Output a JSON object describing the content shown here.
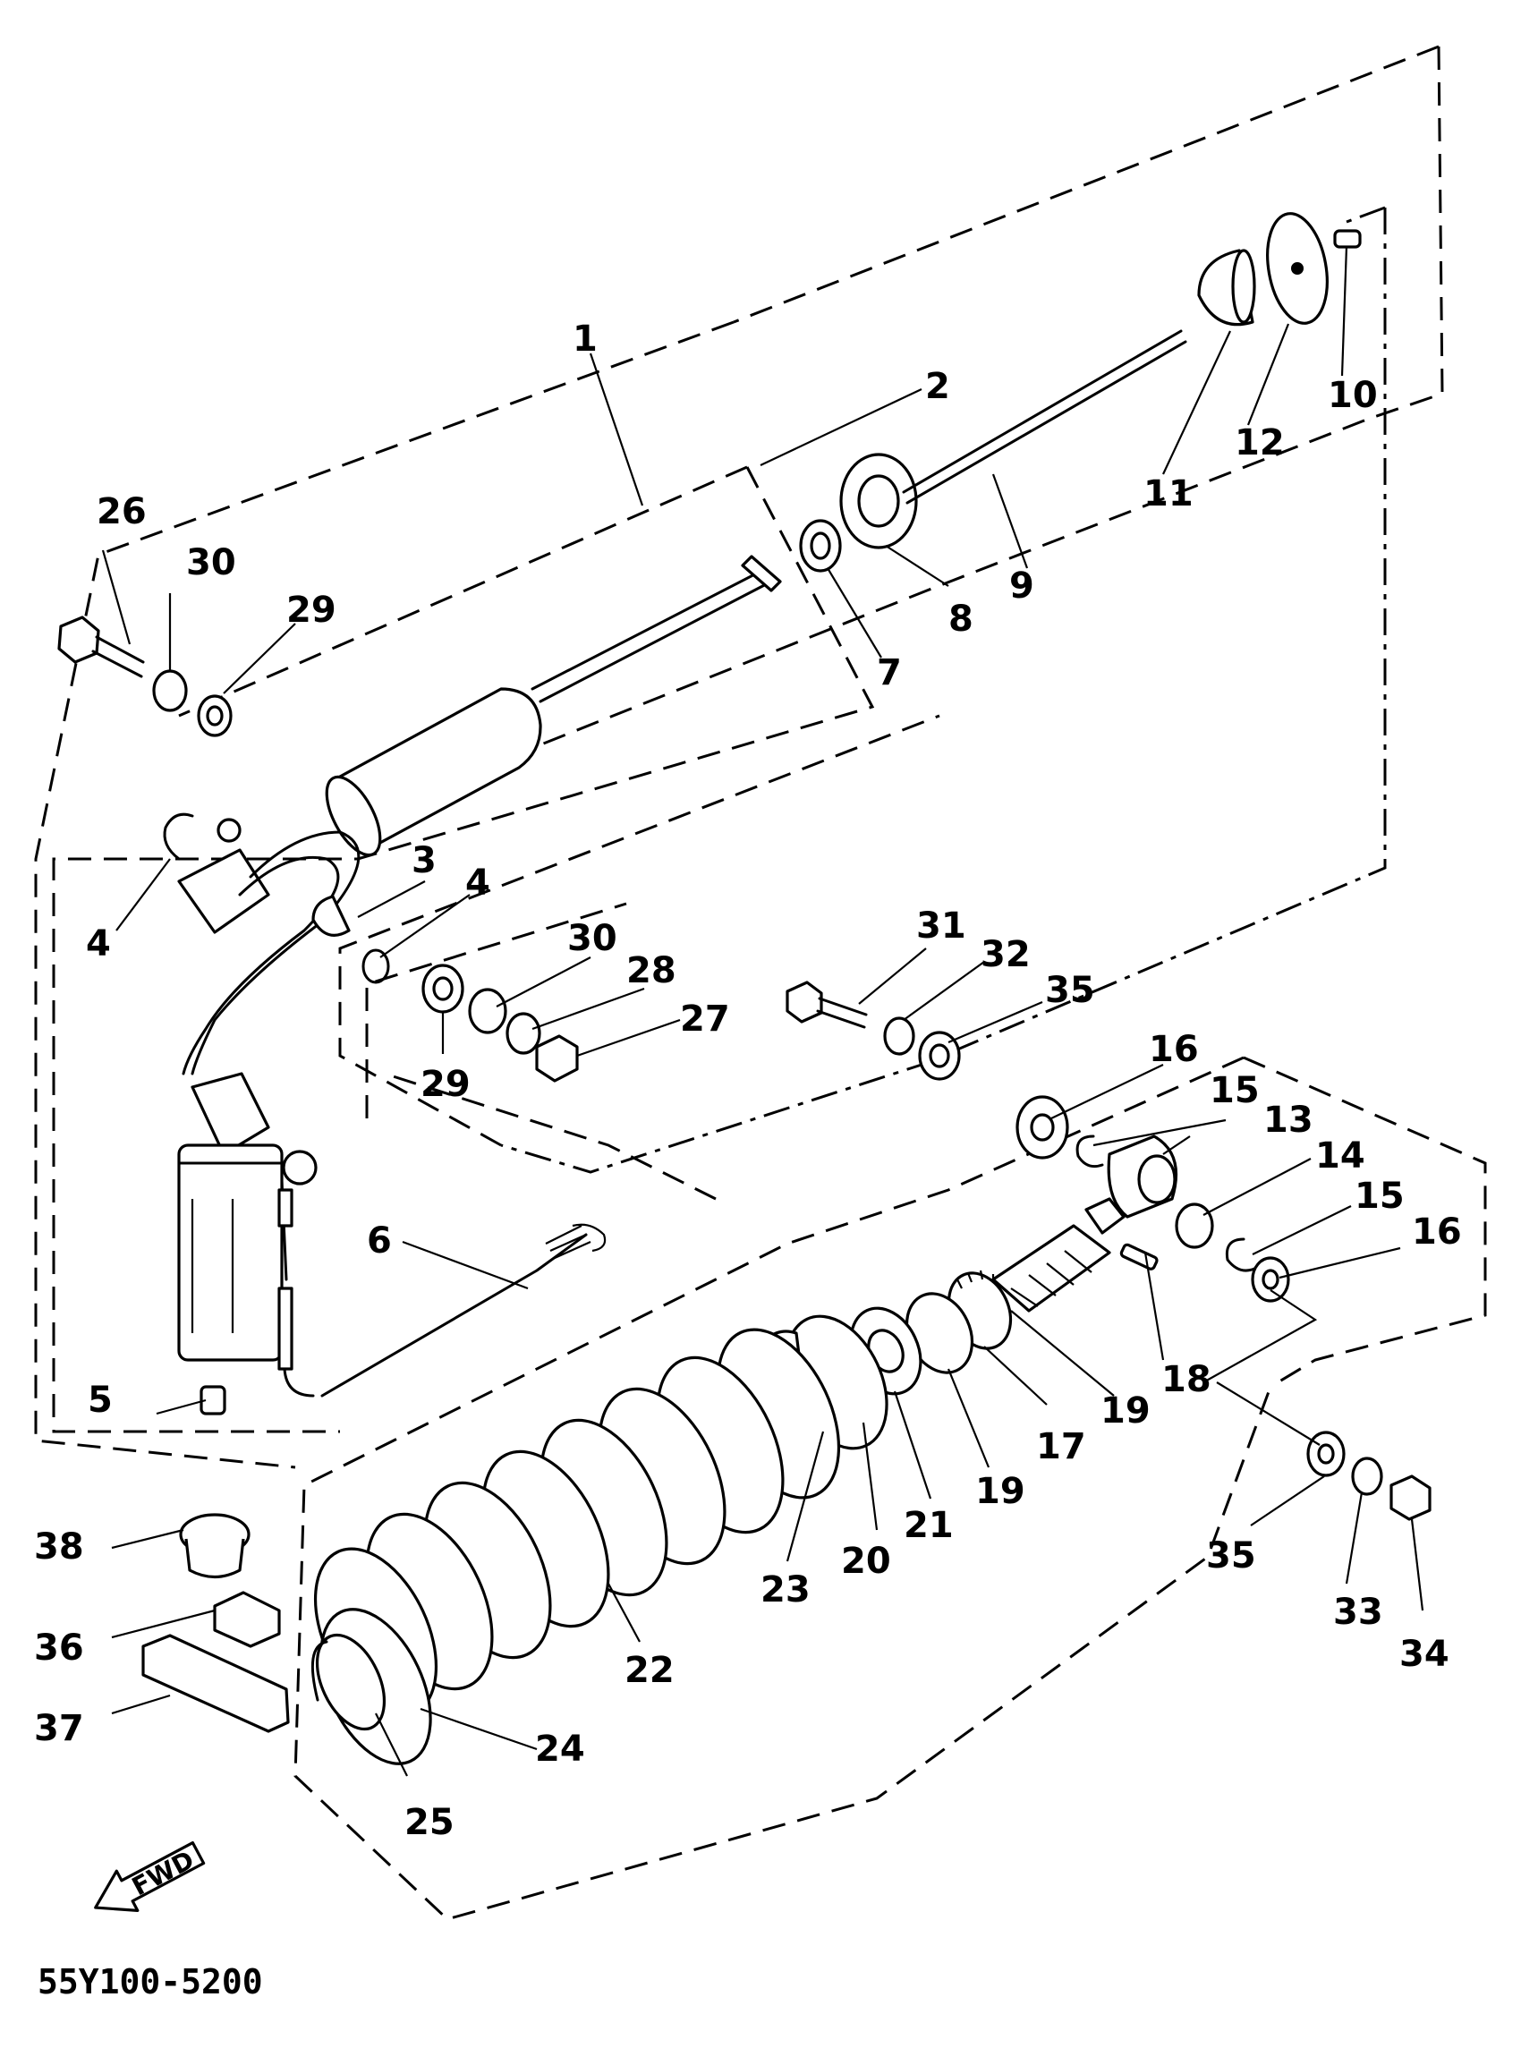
{
  "diagram_code": "55Y100-5200",
  "fwd_label": "FWD",
  "parts": [
    {
      "id": "p1",
      "num": "1"
    },
    {
      "id": "p2",
      "num": "2"
    },
    {
      "id": "p3",
      "num": "3"
    },
    {
      "id": "p4a",
      "num": "4"
    },
    {
      "id": "p4b",
      "num": "4"
    },
    {
      "id": "p5",
      "num": "5"
    },
    {
      "id": "p6",
      "num": "6"
    },
    {
      "id": "p7",
      "num": "7"
    },
    {
      "id": "p8",
      "num": "8"
    },
    {
      "id": "p9",
      "num": "9"
    },
    {
      "id": "p10",
      "num": "10"
    },
    {
      "id": "p11",
      "num": "11"
    },
    {
      "id": "p12",
      "num": "12"
    },
    {
      "id": "p13",
      "num": "13"
    },
    {
      "id": "p14",
      "num": "14"
    },
    {
      "id": "p15a",
      "num": "15"
    },
    {
      "id": "p15b",
      "num": "15"
    },
    {
      "id": "p16a",
      "num": "16"
    },
    {
      "id": "p16b",
      "num": "16"
    },
    {
      "id": "p17",
      "num": "17"
    },
    {
      "id": "p18",
      "num": "18"
    },
    {
      "id": "p19a",
      "num": "19"
    },
    {
      "id": "p19b",
      "num": "19"
    },
    {
      "id": "p20",
      "num": "20"
    },
    {
      "id": "p21",
      "num": "21"
    },
    {
      "id": "p22",
      "num": "22"
    },
    {
      "id": "p23",
      "num": "23"
    },
    {
      "id": "p24",
      "num": "24"
    },
    {
      "id": "p25",
      "num": "25"
    },
    {
      "id": "p26",
      "num": "26"
    },
    {
      "id": "p27",
      "num": "27"
    },
    {
      "id": "p28",
      "num": "28"
    },
    {
      "id": "p29a",
      "num": "29"
    },
    {
      "id": "p29b",
      "num": "29"
    },
    {
      "id": "p30a",
      "num": "30"
    },
    {
      "id": "p30b",
      "num": "30"
    },
    {
      "id": "p31",
      "num": "31"
    },
    {
      "id": "p32",
      "num": "32"
    },
    {
      "id": "p33",
      "num": "33"
    },
    {
      "id": "p34",
      "num": "34"
    },
    {
      "id": "p35a",
      "num": "35"
    },
    {
      "id": "p35b",
      "num": "35"
    },
    {
      "id": "p36",
      "num": "36"
    },
    {
      "id": "p37",
      "num": "37"
    },
    {
      "id": "p38",
      "num": "38"
    }
  ]
}
